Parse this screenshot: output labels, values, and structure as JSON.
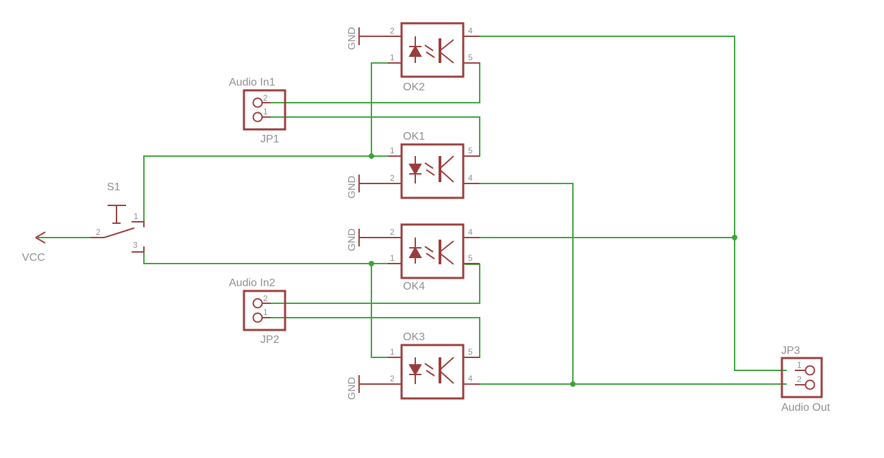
{
  "components": {
    "ok1": {
      "name": "OK1",
      "pin_a": "1",
      "pin_b": "2",
      "pin_c": "5",
      "pin_d": "4"
    },
    "ok2": {
      "name": "OK2",
      "pin_a": "2",
      "pin_b": "1",
      "pin_c": "4",
      "pin_d": "5"
    },
    "ok3": {
      "name": "OK3",
      "pin_a": "1",
      "pin_b": "2",
      "pin_c": "5",
      "pin_d": "4"
    },
    "ok4": {
      "name": "OK4",
      "pin_a": "2",
      "pin_b": "1",
      "pin_c": "4",
      "pin_d": "5"
    },
    "jp1": {
      "name": "JP1",
      "value": "Audio In1",
      "pin_top": "2",
      "pin_bottom": "1"
    },
    "jp2": {
      "name": "JP2",
      "value": "Audio In2",
      "pin_top": "2",
      "pin_bottom": "1"
    },
    "jp3": {
      "name": "JP3",
      "value": "Audio Out",
      "pin_top": "1",
      "pin_bottom": "2"
    },
    "s1": {
      "name": "S1",
      "pin_1": "1",
      "pin_2": "2",
      "pin_3": "3"
    }
  },
  "supplies": {
    "gnd": "GND",
    "vcc": "VCC"
  },
  "colors": {
    "component": "#9b3d3d",
    "wire": "#3ca33c",
    "label": "#8f8f8f",
    "background": "#ffffff"
  }
}
